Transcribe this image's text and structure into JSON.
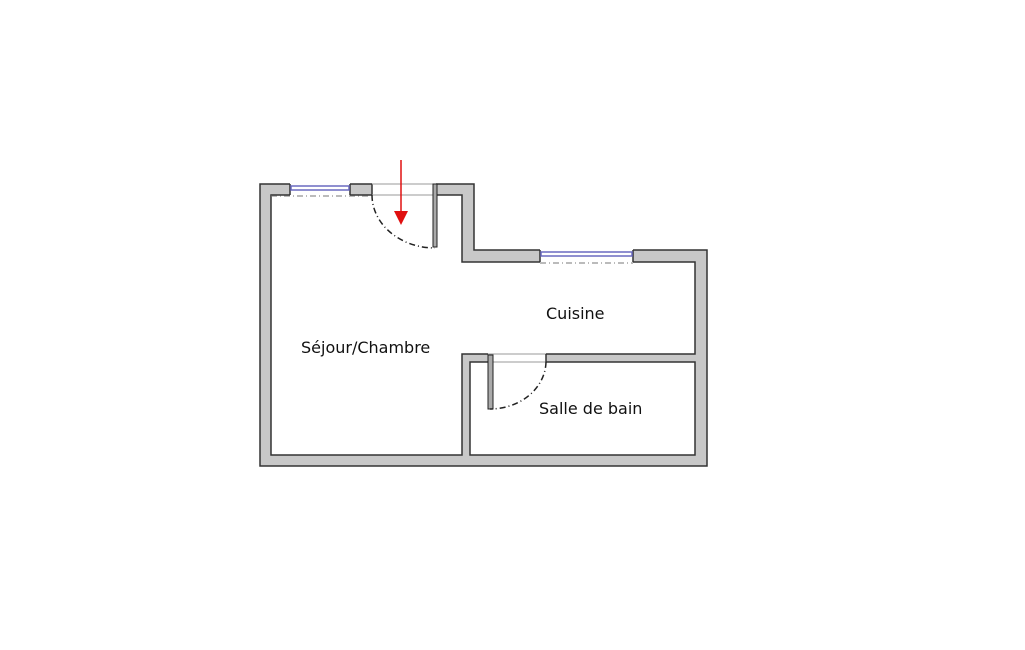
{
  "rooms": [
    {
      "id": "sejour",
      "label": "Séjour/Chambre"
    },
    {
      "id": "cuisine",
      "label": "Cuisine"
    },
    {
      "id": "sdb",
      "label": "Salle de bain"
    }
  ],
  "colors": {
    "wall_fill": "#c8c8c8",
    "wall_stroke": "#333333",
    "window_glass": "#6a6ac0",
    "door_line": "#222222",
    "entrance_arrow": "#e01010",
    "background": "#ffffff"
  },
  "icons": {
    "entrance": "entrance-arrow-icon"
  }
}
